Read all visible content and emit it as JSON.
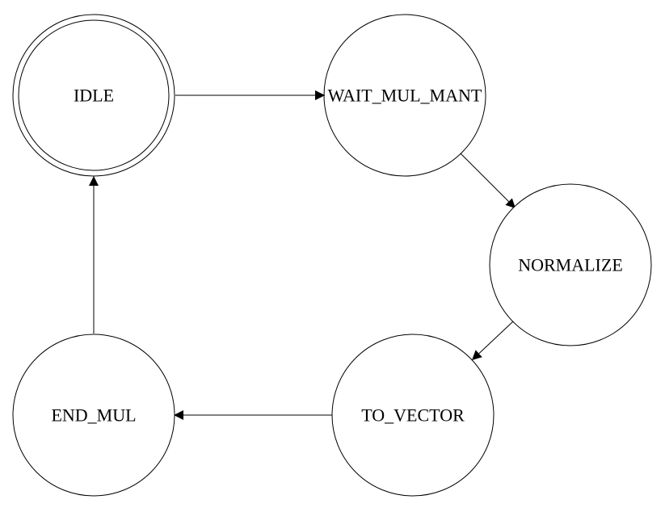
{
  "diagram": {
    "type": "state-machine",
    "states": [
      {
        "id": "idle",
        "label": "IDLE",
        "initial": true
      },
      {
        "id": "wait_mul_mant",
        "label": "WAIT_MUL_MANT"
      },
      {
        "id": "normalize",
        "label": "NORMALIZE"
      },
      {
        "id": "to_vector",
        "label": "TO_VECTOR"
      },
      {
        "id": "end_mul",
        "label": "END_MUL"
      }
    ],
    "transitions": [
      {
        "from": "idle",
        "to": "wait_mul_mant"
      },
      {
        "from": "wait_mul_mant",
        "to": "normalize"
      },
      {
        "from": "normalize",
        "to": "to_vector"
      },
      {
        "from": "to_vector",
        "to": "end_mul"
      },
      {
        "from": "end_mul",
        "to": "idle"
      }
    ]
  }
}
